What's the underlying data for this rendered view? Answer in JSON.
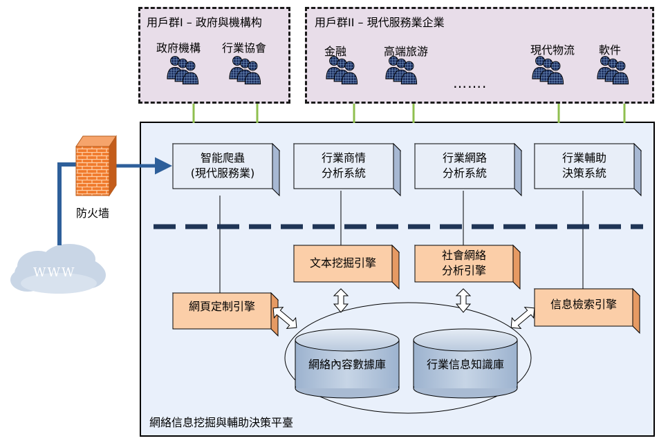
{
  "user_groups": [
    {
      "title": "用戶群I – 政府與機構构",
      "members": [
        "政府機構",
        "行業協會"
      ]
    },
    {
      "title": "用戶群II – 現代服務業企業",
      "members": [
        "金融",
        "高端旅游",
        "現代物流",
        "軟件"
      ],
      "ellipsis": "……."
    }
  ],
  "external": {
    "cloud_label": "WWW",
    "firewall_label": "防火墙"
  },
  "platform": {
    "title": "網絡信息挖掘與輔助決策平臺",
    "systems": [
      {
        "line1": "智能爬蟲",
        "line2": "(現代服務業)"
      },
      {
        "line1": "行業商情",
        "line2": "分析系統"
      },
      {
        "line1": "行業網路",
        "line2": "分析系統"
      },
      {
        "line1": "行業輔助",
        "line2": "決策系統"
      }
    ],
    "engines": {
      "web_custom": "網頁定制引擎",
      "text_mining": "文本挖掘引擎",
      "social_network_line1": "社會網絡",
      "social_network_line2": "分析引擎",
      "info_retrieval": "信息檢索引擎"
    },
    "databases": {
      "content_db": "網絡內容數據庫",
      "knowledge_db": "行業信息知識庫"
    }
  },
  "colors": {
    "group_bg": "#e8dde9",
    "platform_bg": "#e9f0fb",
    "system_box": "#e8eef8",
    "engine_box": "#fbcea8",
    "db_fill": "#b8c8dc",
    "connector_green": "#8fbf4f",
    "arrow_blue": "#2e5f9a",
    "dashed_line": "#1f3556"
  }
}
